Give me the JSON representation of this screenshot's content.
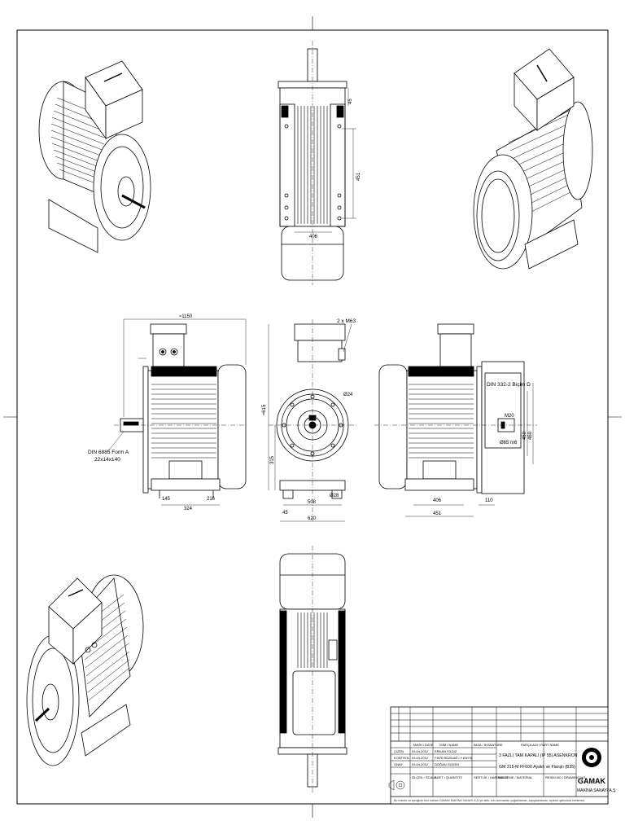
{
  "drawing": {
    "dimensions": {
      "overall_length": "≈1150",
      "shaft_height_side": "≈315",
      "foot_width": "216",
      "foot_spacing": "324",
      "dist_b": "216",
      "top_dim": "451",
      "bolt_hole": "2 x M63",
      "height_total": "≈615",
      "center_height": "315",
      "flange_dia": "Ø24",
      "foot_hole": "Ø28",
      "base_width": "508",
      "overall_width": "620",
      "foot_height": "45",
      "rear_foot1": "406",
      "rear_foot2": "451",
      "rear_extra": "110",
      "key_dim": "M20",
      "shaft_key": "Ø65 m6",
      "flange_h1": "450",
      "flange_h2": "460",
      "top_view_width": "406",
      "top_right_dim": "451",
      "dim_145": "145",
      "dim_216b": "216"
    },
    "callouts": {
      "din_shaft": "DIN 6885 Form A",
      "din_shaft_size": "22x14x140",
      "din_centre": "DIN 332-2 Biçim D"
    }
  },
  "title_block": {
    "col_date": "TARİH / DATE",
    "col_name": "İSİM / NAME",
    "col_signature": "İMZA / SIGNATURE",
    "part_name_label": "PARÇA ADI / PART NAME",
    "rows": [
      {
        "label": "ÇİZEN",
        "date": "03.04.2012",
        "name": "ERKAN YILDIZ"
      },
      {
        "label": "KONTROL",
        "date": "03.04.2012",
        "name": "FIKRİ BOZDAĞ / Y.KAYIŞ"
      },
      {
        "label": "ONAY",
        "date": "03.04.2012",
        "name": "DOĞAN GÜVEN"
      }
    ],
    "part_name_line1": "3 FAZLI TAM KAPALI (IP 55) ASENKRON",
    "part_name_line2": "GM 315-M FF600 Ayaklı ve Flanşlı (B35)",
    "scale_label": "ÖLÇEK / SCALE",
    "quantity_label": "ADET / QUANTITY",
    "hardness_label": "SERTLİK / HARDNESS",
    "material_label": "MALZEME / MATERIAL",
    "drawing_no_label": "RESİM NO / DRAWING NO",
    "company": "GAMAK",
    "company_sub": "MAKİNA SANAYİ A.Ş",
    "footer_note": "Bu resmin ve içeriğinin tüm hakları GAMAK MAKİNA SANAYİ A.Ş.'ye aittir. İzin alınmadan çoğaltılamaz, kopyalanamaz, üçüncü şahıslara verilemez."
  }
}
